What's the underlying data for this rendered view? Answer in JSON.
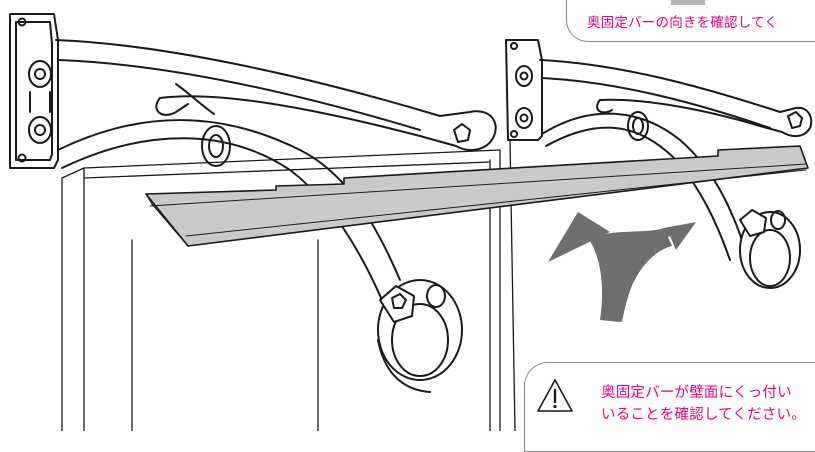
{
  "colors": {
    "accent_text": "#e4007f",
    "line": "#1a1a1a",
    "bar_fill": "#c9c9c9",
    "arrow_fill": "#6e6e6e",
    "callout_border": "#888888"
  },
  "callouts": {
    "top": {
      "text": "奥固定バーの向きを確認してく"
    },
    "bottom": {
      "icon": "warning-triangle-icon",
      "line1": "奥固定バーが壁面にくっ付い",
      "line2": "いることを確認してください。"
    }
  }
}
